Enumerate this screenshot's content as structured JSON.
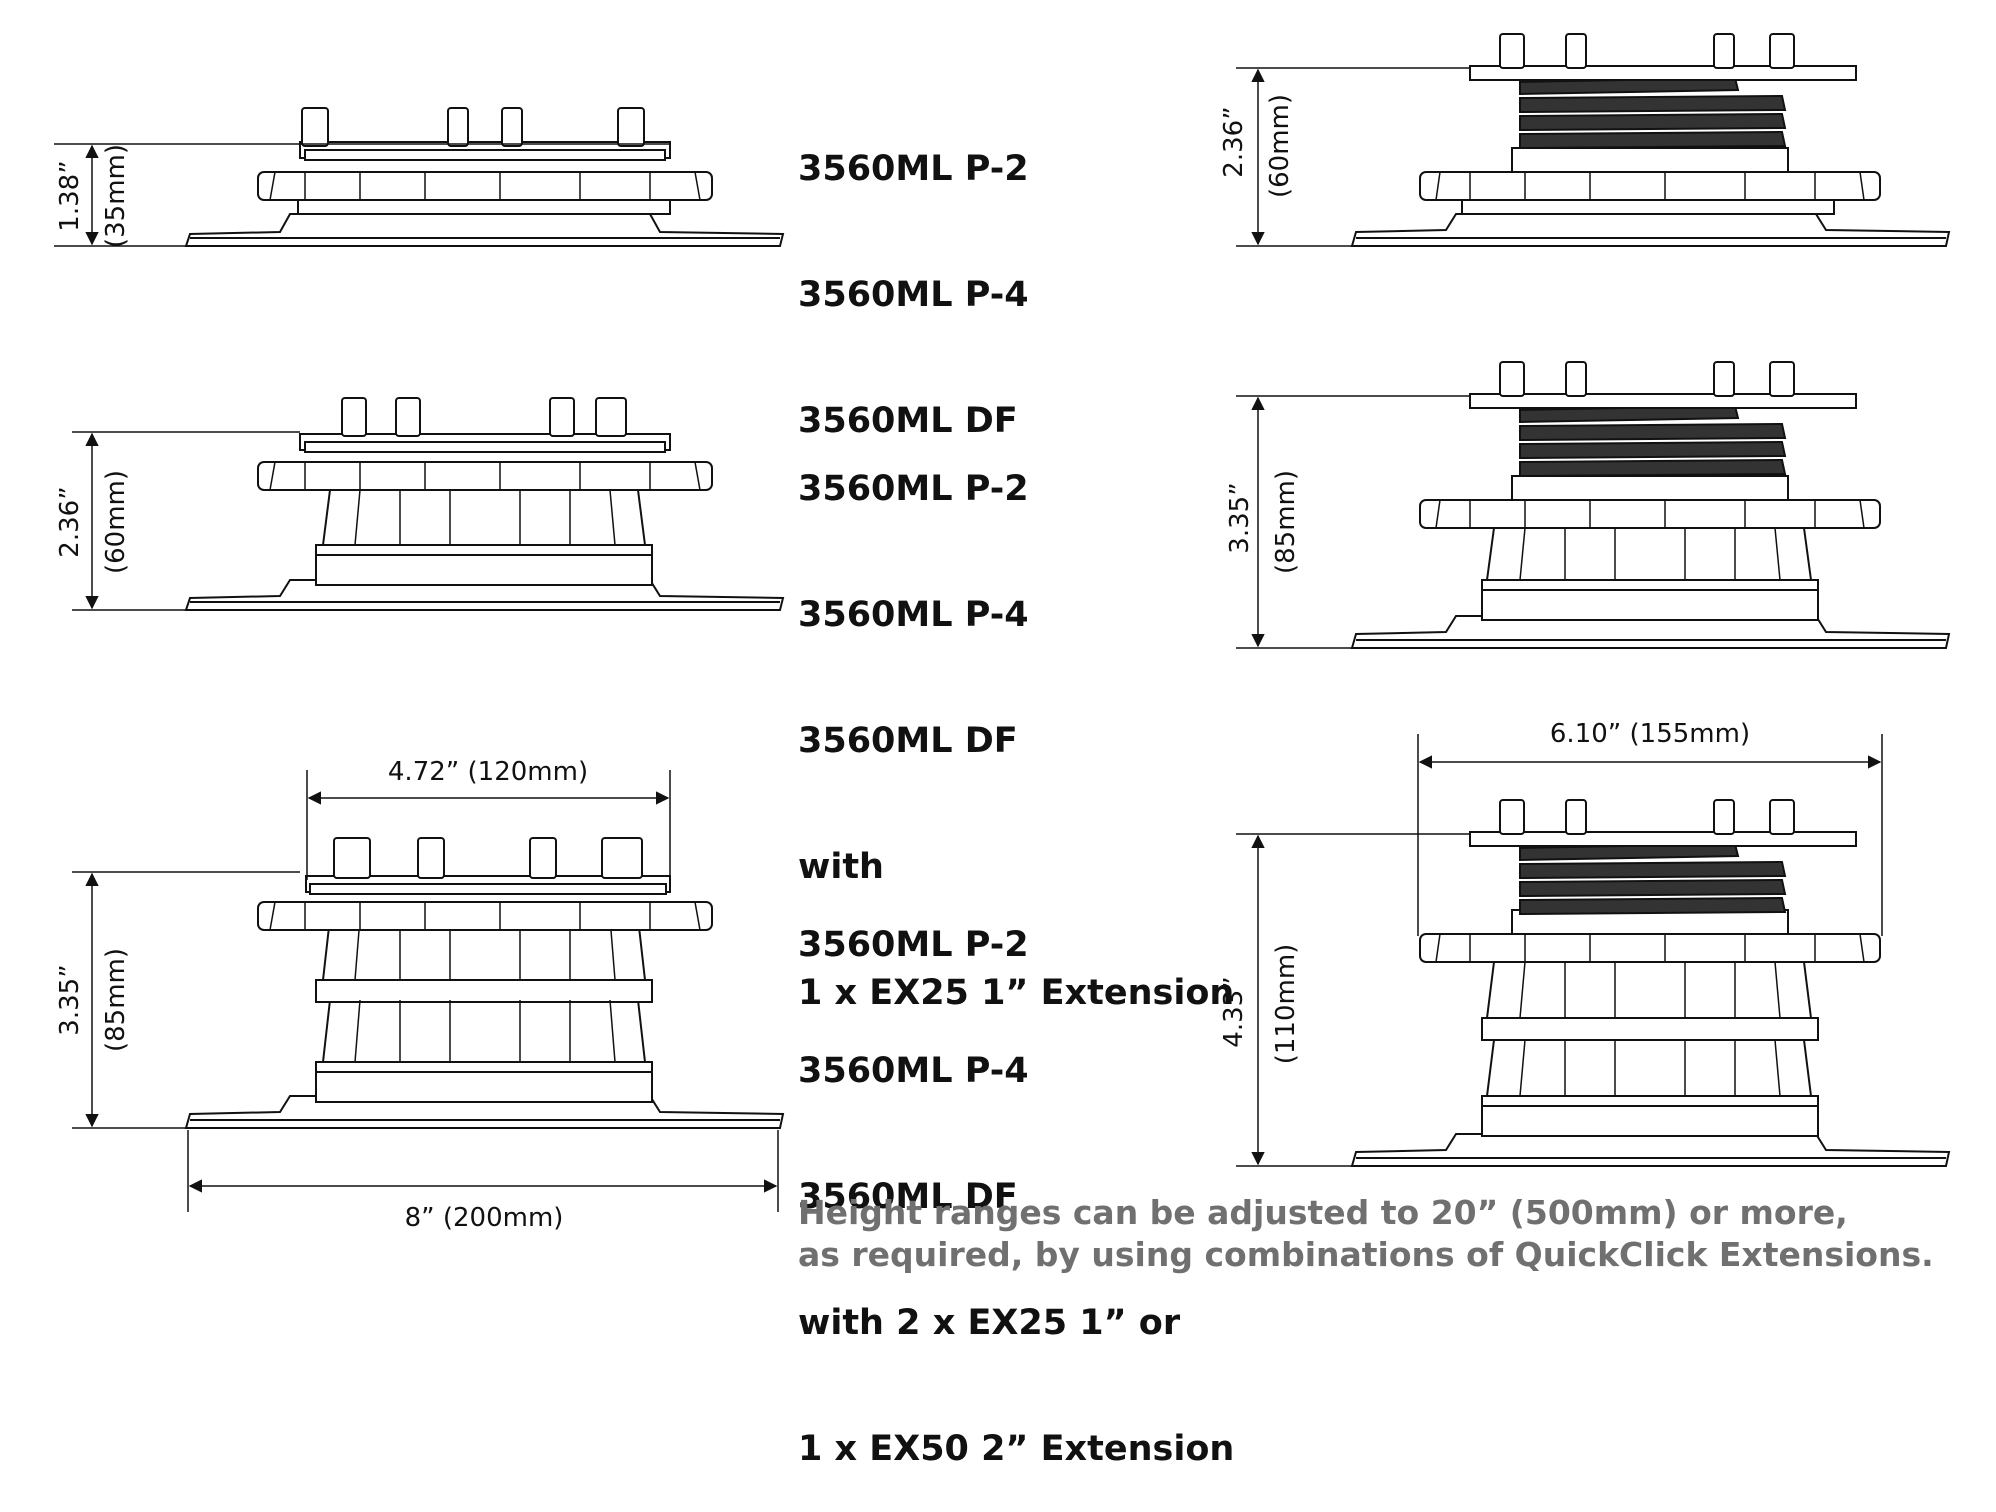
{
  "products": [
    {
      "lines": [
        "3560ML P-2",
        "3560ML P-4",
        "3560ML DF"
      ]
    },
    {
      "lines": [
        "3560ML P-2",
        "3560ML P-4",
        "3560ML DF",
        "with",
        "1 x EX25 1” Extension"
      ]
    },
    {
      "lines": [
        "3560ML P-2",
        "3560ML P-4",
        "3560ML DF",
        "with 2 x EX25 1” or",
        "1 x EX50 2” Extension"
      ]
    }
  ],
  "dimensions": {
    "left": [
      {
        "inches": "1.38”",
        "mm": "(35mm)"
      },
      {
        "inches": "2.36”",
        "mm": "(60mm)"
      },
      {
        "inches": "3.35”",
        "mm": "(85mm)"
      }
    ],
    "right": [
      {
        "inches": "2.36”",
        "mm": "(60mm)"
      },
      {
        "inches": "3.35”",
        "mm": "(85mm)"
      },
      {
        "inches": "4.33”",
        "mm": "(110mm)"
      }
    ],
    "head_width_small": "4.72” (120mm)",
    "base_width": "8” (200mm)",
    "head_width_large": "6.10” (155mm)"
  },
  "footnote": {
    "line1": "Height ranges can be adjusted to 20” (500mm) or more,",
    "line2": "as required, by using combinations of QuickClick Extensions."
  }
}
